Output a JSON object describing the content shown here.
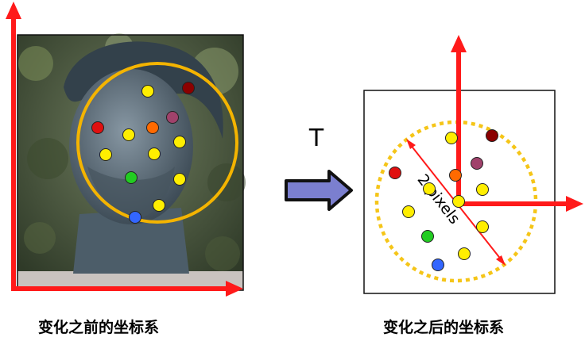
{
  "transform_label": "T",
  "distance_label": "2 pixels",
  "captions": {
    "before": "变化之前的坐标系",
    "after": "变化之后的坐标系"
  },
  "colors": {
    "axis": "#ff1a1a",
    "circle_before": "#f4b400",
    "circle_after": "#f5c518",
    "arrow_fill": "#7b7fcf",
    "arrow_stroke": "#111111",
    "photo_bg": "#4d5b46",
    "statue": "#5d6e7a"
  },
  "points": [
    {
      "color": "#ffee00",
      "name": "yellow"
    },
    {
      "color": "#8b0000",
      "name": "dark-red"
    },
    {
      "color": "#a0426b",
      "name": "purple"
    },
    {
      "color": "#ff6a00",
      "name": "orange"
    },
    {
      "color": "#e01010",
      "name": "red"
    },
    {
      "color": "#ffee00",
      "name": "yellow"
    },
    {
      "color": "#ffee00",
      "name": "yellow"
    },
    {
      "color": "#ffee00",
      "name": "yellow"
    },
    {
      "color": "#ffee00",
      "name": "yellow"
    },
    {
      "color": "#ffee00",
      "name": "yellow"
    },
    {
      "color": "#22cc22",
      "name": "green"
    },
    {
      "color": "#ffee00",
      "name": "yellow"
    },
    {
      "color": "#ffee00",
      "name": "yellow"
    },
    {
      "color": "#3366ff",
      "name": "blue"
    },
    {
      "color": "#ffee00",
      "name": "yellow"
    }
  ]
}
